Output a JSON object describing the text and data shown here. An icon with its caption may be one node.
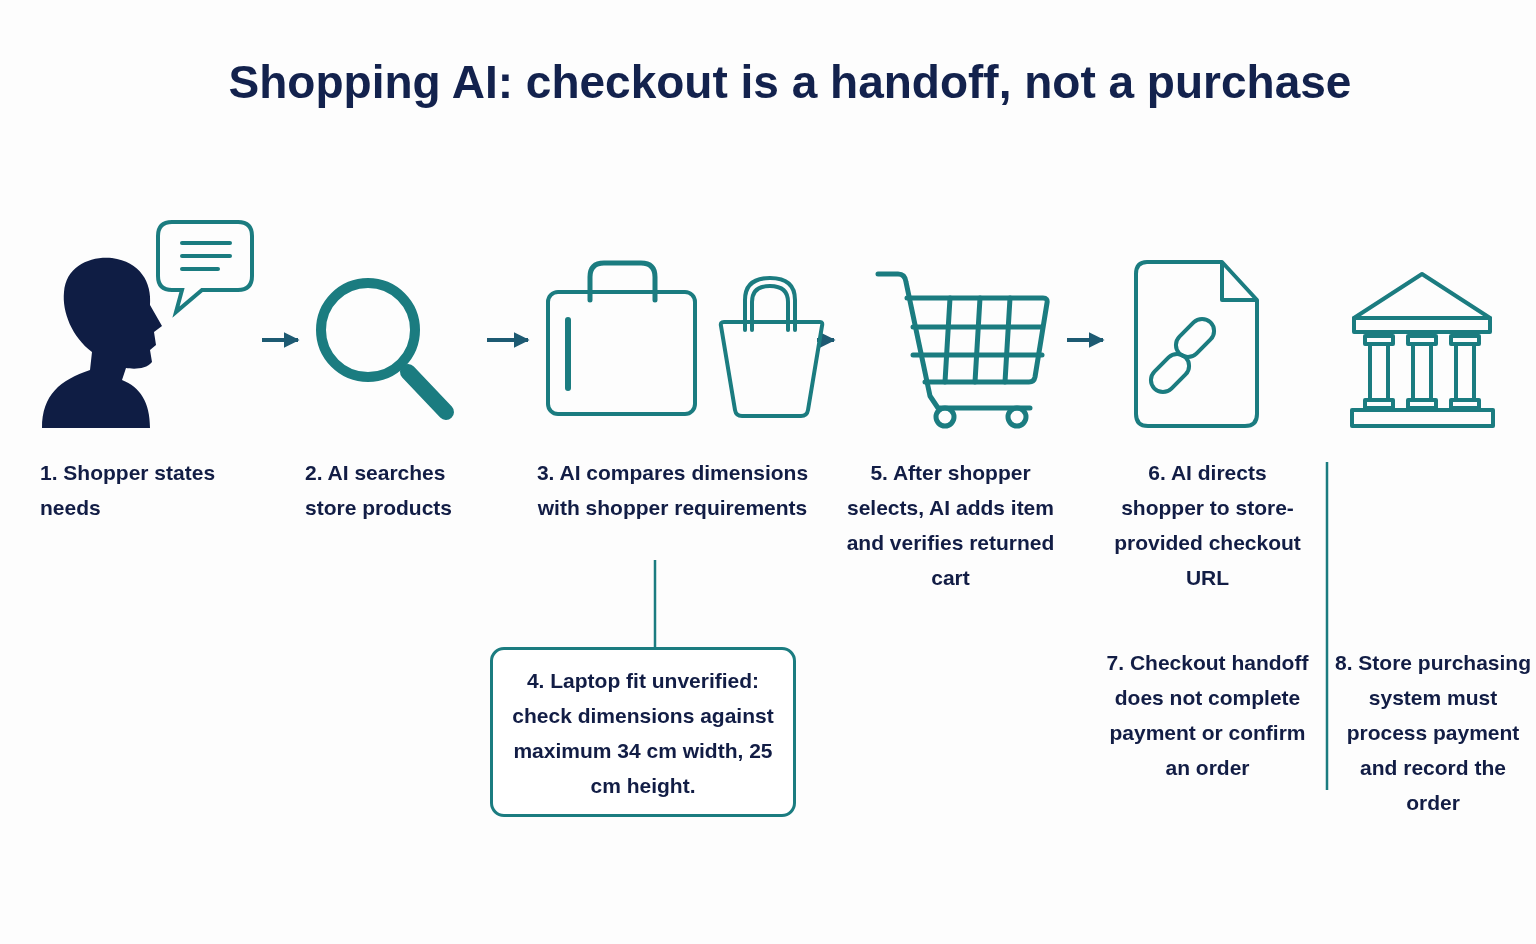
{
  "diagram": {
    "title": "Shopping AI: checkout is a handoff, not a purchase",
    "nodes": [
      {
        "text": [
          "1. Shopper states needs"
        ]
      },
      {
        "text": [
          "2. AI searches store products"
        ]
      },
      {
        "text": [
          "3. AI compares dimensions with shopper requirements"
        ]
      },
      {
        "text": [
          "4. Laptop fit unverified: check dimensions against maximum 34 cm width, 25 cm height."
        ]
      },
      {
        "text": [
          "5. After shopper selects, AI adds item and verifies returned cart"
        ]
      },
      {
        "text": [
          "6. AI directs shopper to store-provided checkout URL"
        ]
      },
      {
        "text": [
          "7. Checkout handoff does not complete payment or confirm an order"
        ]
      },
      {
        "text": [
          "8. Store purchasing system must process payment and record the order"
        ]
      }
    ],
    "edges": [
      {
        "from": 0,
        "to": 1,
        "arrow": "to"
      },
      {
        "from": 1,
        "to": 2,
        "arrow": "to"
      },
      {
        "from": 2,
        "to": 4,
        "arrow": "to"
      },
      {
        "from": 4,
        "to": 5,
        "arrow": "to"
      },
      {
        "from": 2,
        "to": 3,
        "arrow": "none"
      }
    ]
  }
}
